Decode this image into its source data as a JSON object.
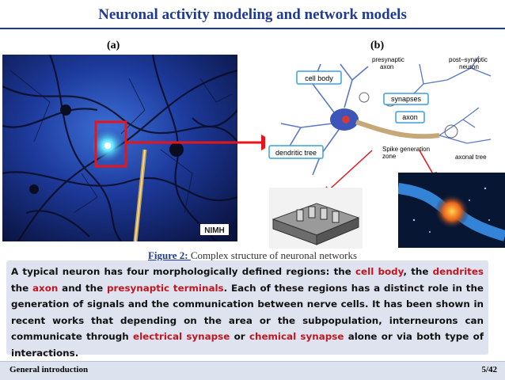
{
  "slide": {
    "title": "Neuronal activity modeling and network models",
    "panel_a_label": "(a)",
    "panel_b_label": "(b)"
  },
  "diagram": {
    "presynaptic_axon": "presynaptic\naxon",
    "postsynaptic_neuron": "post–synaptic\nneuron",
    "cell_body": "cell body",
    "synapses": "synapses",
    "axon": "axon",
    "dendritic_tree": "dendritic tree",
    "spike_zone": "Spike generation\nzone",
    "axonal_tree": "axonal tree"
  },
  "caption": {
    "figure_label": "Figure 2: ",
    "text": "Complex structure of neuronal networks"
  },
  "body": {
    "p1": "A typical neuron has four morphologically defined regions: the ",
    "t_cell_body": "cell body",
    "p2": ", the ",
    "t_dendrites": "dendrites",
    "p3": " the ",
    "t_axon": "axon",
    "p4": " and the ",
    "t_presyn": "presynaptic terminals",
    "p5": ". Each of these regions has a distinct role in the generation of signals and the communication between nerve cells. It has been shown in recent works that depending on the area or the subpopulation, interneurons can communicate through ",
    "t_electrical": "electrical synapse",
    "p6": " or ",
    "t_chemical": "chemical synapse",
    "p7": " alone or via both type of interactions."
  },
  "footer": {
    "section": "General  introduction",
    "page": "5/42"
  },
  "image_a": {
    "watermark": "NIMH"
  },
  "colors": {
    "title": "#1f3a93",
    "highlight": "#c0161f",
    "textbox_bg": "#dfe3f0",
    "footer_bg": "#dce2ee"
  }
}
